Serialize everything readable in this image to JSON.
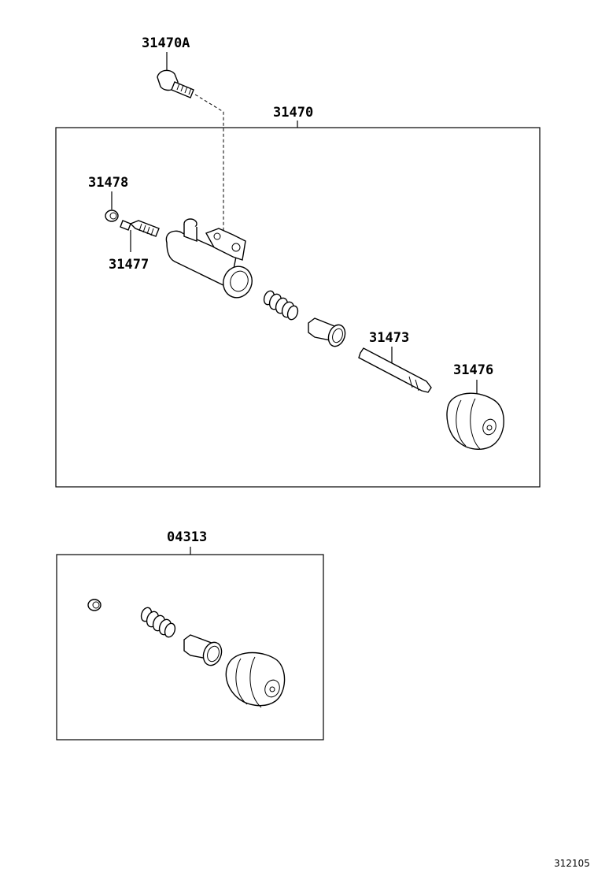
{
  "labels": {
    "bolt": "31470A",
    "assembly": "31470",
    "bleeder_cap": "31478",
    "bleeder_plug": "31477",
    "push_rod": "31473",
    "boot": "31476",
    "repair_kit": "04313"
  },
  "figure_code": "312105"
}
